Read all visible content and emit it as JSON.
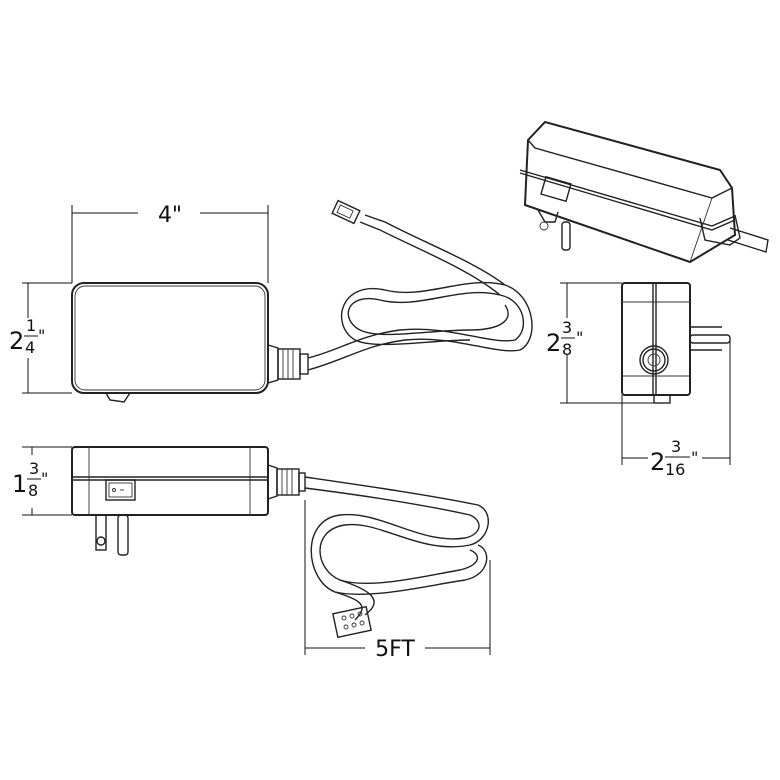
{
  "diagram": {
    "stroke_color": "#222222",
    "background": "#ffffff",
    "dimensions": {
      "length": {
        "label": "4\""
      },
      "width": {
        "whole": "2",
        "numerator": "1",
        "denominator": "4",
        "unit": "\""
      },
      "height": {
        "whole": "1",
        "numerator": "3",
        "denominator": "8",
        "unit": "\""
      },
      "end_height": {
        "whole": "2",
        "numerator": "3",
        "denominator": "8",
        "unit": "\""
      },
      "end_depth": {
        "whole": "2",
        "numerator": "3",
        "denominator": "16",
        "unit": "\""
      },
      "cord_length": {
        "label": "5FT"
      }
    }
  }
}
